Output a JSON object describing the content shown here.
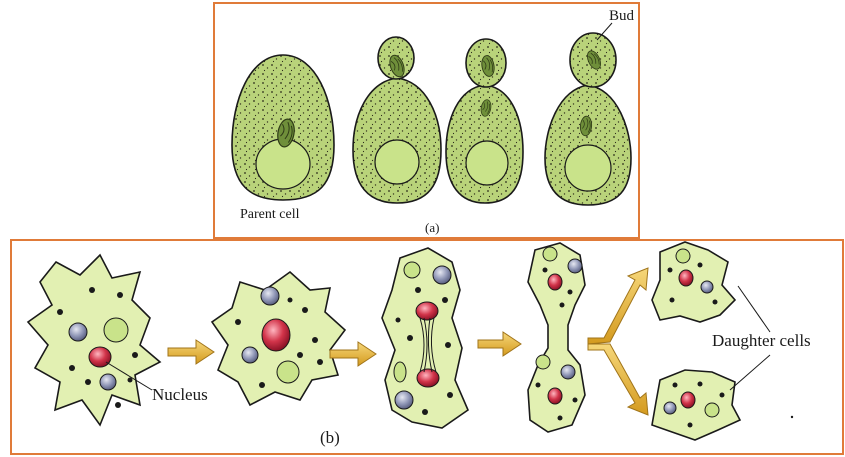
{
  "panel_a": {
    "label": "(a)",
    "parent_cell_label": "Parent cell",
    "bud_label": "Bud",
    "frame_color": "#e07b39"
  },
  "panel_b": {
    "label": "(b)",
    "nucleus_label": "Nucleus",
    "daughter_label": "Daughter cells",
    "frame_color": "#e07b39"
  },
  "colors": {
    "yeast_fill": "#b9d37a",
    "yeast_vacuole": "#c9e38a",
    "amoeba_fill": "#e2f0b2",
    "nucleus_red": "#d2344a",
    "vacuole_grey": "#8e95b5",
    "arrow_gold": "#e8b43a"
  }
}
